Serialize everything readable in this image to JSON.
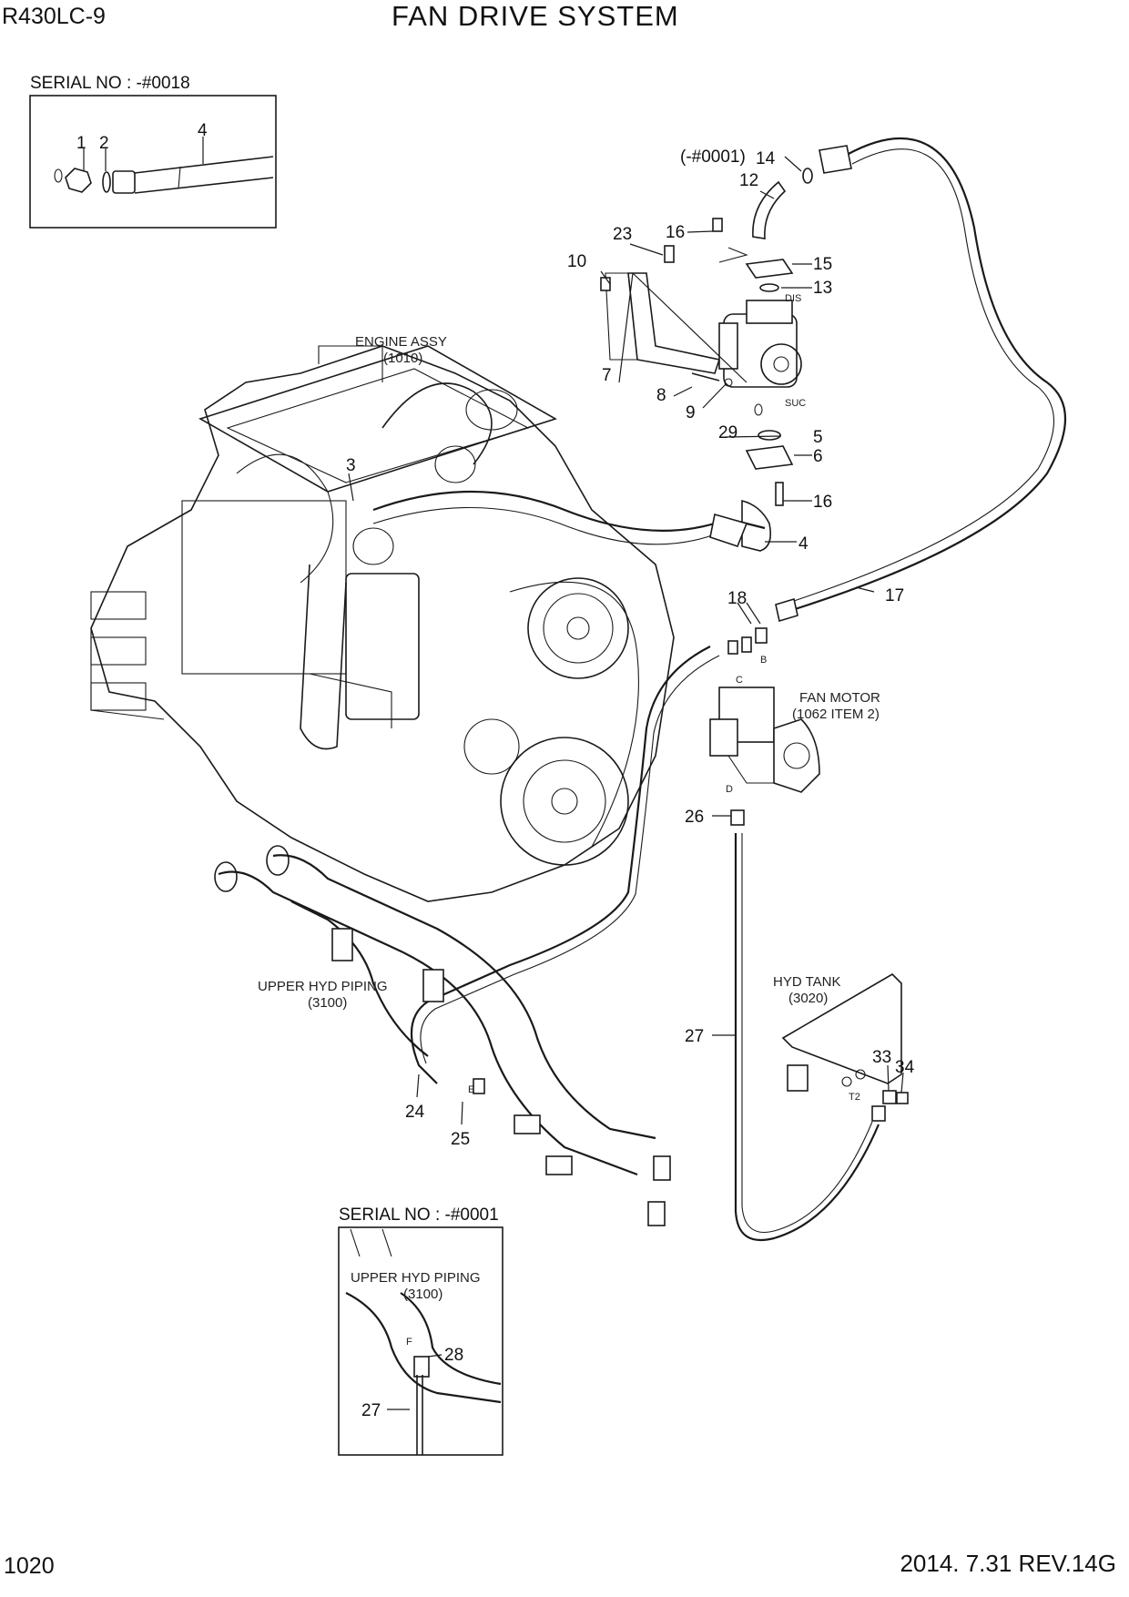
{
  "header": {
    "model": "R430LC-9",
    "title": "FAN DRIVE SYSTEM"
  },
  "footer": {
    "page_number": "1020",
    "revision": "2014. 7.31  REV.14G"
  },
  "insets": {
    "top_left_serial": "SERIAL NO : -#0018",
    "bottom_serial": "SERIAL NO : -#0001"
  },
  "references": {
    "engine_assy": [
      "ENGINE ASSY",
      "(1010)"
    ],
    "fan_motor": [
      "FAN MOTOR",
      "(1062 ITEM 2)"
    ],
    "hyd_tank": [
      "HYD TANK",
      "(3020)"
    ],
    "upper_hyd_piping": [
      "UPPER HYD PIPING",
      "(3100)"
    ],
    "upper_hyd_piping_inset": [
      "UPPER HYD PIPING",
      "(3100)"
    ]
  },
  "ports": {
    "dis": "DIS",
    "suc": "SUC",
    "b": "B",
    "c": "C",
    "d": "D",
    "e": "E",
    "f": "F",
    "t2": "T2"
  },
  "callouts": {
    "c1": "1",
    "c2": "2",
    "c4_inset": "4",
    "c3": "3",
    "c4": "4",
    "c5": "5",
    "c6": "6",
    "c7": "7",
    "c8": "8",
    "c9": "9",
    "c10": "10",
    "c12": "12",
    "c13": "13",
    "c14_note": "(-#0001)",
    "c14": "14",
    "c15": "15",
    "c16a": "16",
    "c16b": "16",
    "c17": "17",
    "c18": "18",
    "c23": "23",
    "c24": "24",
    "c25": "25",
    "c26": "26",
    "c27": "27",
    "c27_inset": "27",
    "c28": "28",
    "c29": "29",
    "c33": "33",
    "c34": "34"
  }
}
